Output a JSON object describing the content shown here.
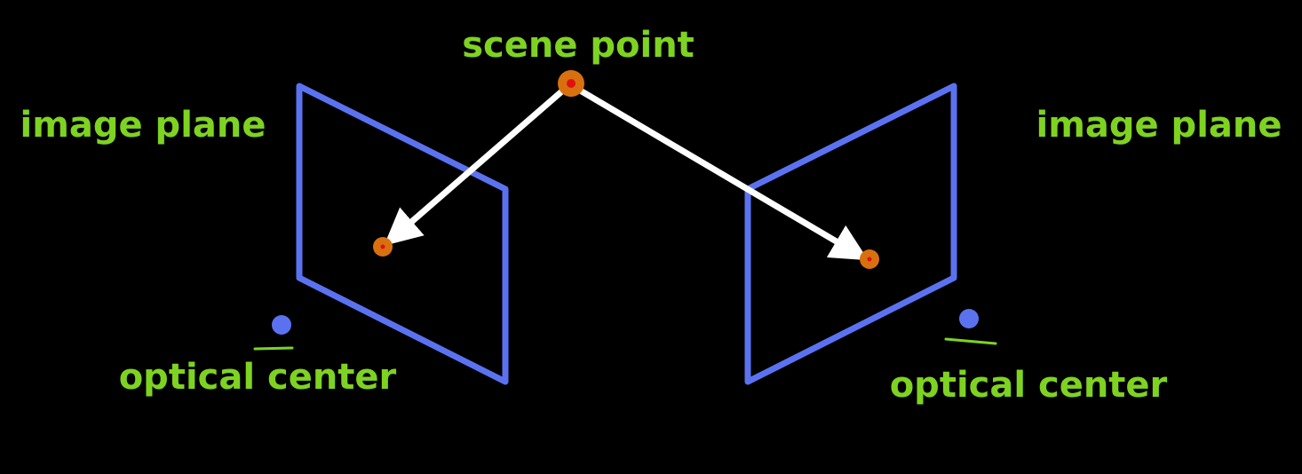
{
  "labels": {
    "scene_point": "scene point",
    "left_image_plane": "image plane",
    "right_image_plane": "image plane",
    "left_optical_center": "optical center",
    "right_optical_center": "optical center"
  },
  "colors": {
    "background": "#000000",
    "label_text": "#7ed321",
    "image_plane_stroke": "#5b72f0",
    "optical_center_fill": "#5b72f0",
    "underline": "#7ed321",
    "ray_arrow": "#ffffff",
    "point_outer": "#d9700f",
    "point_inner": "#e01010"
  }
}
